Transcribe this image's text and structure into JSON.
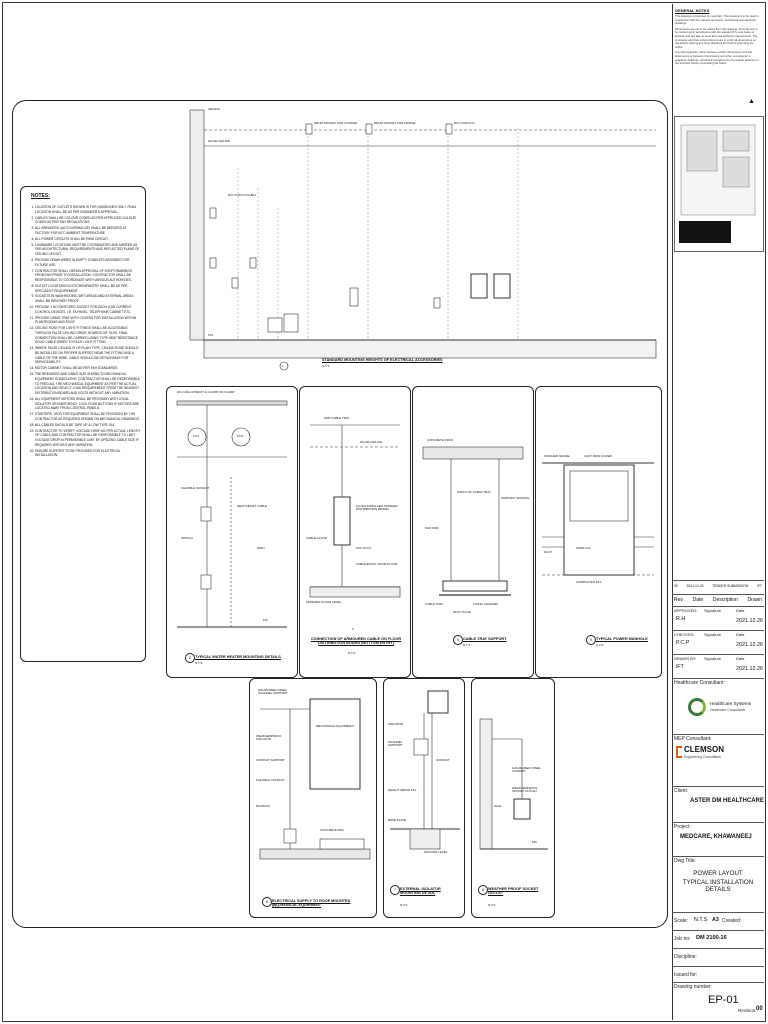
{
  "general_notes": {
    "title": "GENERAL NOTES",
    "paragraphs": [
      "This drawing is protected by copyright. This drawing is to be read in conjunction with the relevant structural, mechanical and electrical drawings.",
      "Dimensions are not to be scaled from this drawing. All works are to be carried out in accordance with the relevant B.S. and codes of practice and are also to meet the local authority requirements. The contractor and their subcontractors are to verify all dimensions on site before starting any shop drawings and before executing the works.",
      "Any discrepancies, either between written dimensions and site dimensions or between this drawing and other consultants' or suppliers' drawings, should be brought to the immediate attention of the architect before proceeding the works."
    ]
  },
  "notes": {
    "title": "NOTES:",
    "items": [
      "LOCATION OF OUTLETS SHOWN IS FOR GUIDELINES ONLY. FINAL LOCATION SHALL BE AS PER ENGINEER'S APPROVAL.",
      "CABLES SHALL BE COLOUR CODED AS PER APPROVED COLOUR CODES AS PER FAH REGULATIONS.",
      "ALL BREAKERS (AUTO NORMALIZE) SHALL BE DERATED AT FACTORY FOR 50°C AMBIENT TEMPERATURE.",
      "ALL POWER CIRCUITS SHALL BE RING CIRCUIT.",
      "LUMINAIRE LOCATIONS MUST BE COORDINATED AND AGREED AS PER ARCHITECTURAL REQUIREMENTS AND REFLECTED PLANS OF CEILING LAYOUT.",
      "PROVIDE DRAW WIRES IN EMPTY CONDUITS ASSIGNED FOR FUTURE USE.",
      "CONTRACTOR SHALL OBTAIN APPROVAL OF SHOP DRAWINGS FROM FAH PRIOR TO INSTALLATION. CONTRACTOR SHALL BE RESPONSIBLE TO COORDINATE WITH VARIOUS AUTHORITIES.",
      "OUTLET LOCATIONS IN KITCHEN/PANTRY SHALL BE AS PER SPECIALIST REQUIREMENT.",
      "SOCKETS IN WASHROOMS, WET AREAS AND EXTERNAL AREAS SHALL BE WEATHER PROOF.",
      "PROVIDE 1 NO SWITCHED SOCKET FOR EACH LOW CURRENT CONTROL DEVICES, I.E. FA PANEL, TELEPHONE CABINET ETC.",
      "PROVIDE CABLE TRAY WITH COVERS FOR INSTALLATION WITHIN PLANTROOMS AND ROOF.",
      "CEILING ROSE FOR LIGHT FITTINGS SHALL BE ACCESSIBLE THROUGH FALSE CEILING GRIDS, BOARDS OR TILES. FINAL CONNECTION SHALL BE CARRIED USING TYPE HEAT RESISTANCE SOLID CABLE WIRED TO EACH LIGHT FITTING.",
      "WHERE FALSE CEILING IS OF PLAIN TYPE, CEILING ROSE SHOULD BE INSTALLED ON PROPER SUPPORT NEAR THE FITTING AND A CABLE OF THE WIRE. CABLE SHOULD BE DETACHABLE FOR SERVICEABILITY.",
      "MOTOR CABINET SHALL BE AS PER FAH STANDARDS.",
      "THE BREAKERS AND CABLE SIZE SHOWN TO MECHANICAL EQUIPMENT IS INDICATIVE. CONTRACTOR SHALL BE RESPONSIBLE TO FEED ALL THE MECHANICAL EQUIPMENT AS PER THE ACTUAL LOCATION AND SELECT LOAD REQUIREMENT FROM THE NEAREST DISTRIBUTION BOARD AND VOLTS WITHOUT ANY VARIATION.",
      "ALL EQUIPMENT MOTORS SHALL BE PROVIDED WITH LOCAL ISOLATOR OR EMERGENCY LOCK PUSH BUTTONS IF MOTORS ARE LOCATED AWAY FROM CONTROL PANELS.",
      "STARTERS, VFDS FOR EQUIPMENT SHALL BE PROVIDED BY THE CONTRACTOR AS REQUIRED SHOWN ON MECHANICAL DRAWINGS.",
      "ALL CABLES SHOULD BE TAPE UP & LOW TYPE GUI.",
      "CONTRACTOR TO VERIFY VOLTAGE DROP AS PER ACTUAL LENGTH OF CABLE AND CONTRACTOR SHALL BE RESPONSIBLE TO LIMIT VOLTAGE DROP IN PERMISSIBLE LIMIT BY UPSIZING CABLE SIZE IF REQUIRED WITHOUT ANY VARIATION.",
      "ENSURE SUPPORT TO BE PROVIDED FOR ELECTRICAL INSTALLATION."
    ]
  },
  "details": {
    "heights": {
      "number": "1",
      "title": "STANDARD MOUNTING HEIGHTS OF ELECTRICAL ACCESSORIES",
      "scale": "N.T.S",
      "labels": [
        "CEILING",
        "FALSE CEILING",
        "FFL",
        "DRUM SOCKET FOR COOKER",
        "DRUM SOCKET FOR FRIDGE",
        "DCU FOR FCU",
        "DCU FOR KITCHEN"
      ]
    },
    "water_heater": {
      "number": "2",
      "title": "TYPICAL WATER HEATER MOUNTING DETAILS",
      "scale": "N.T.S",
      "labels": [
        "DCU 20A CONDUIT & CLAMP ON CLAMP",
        "HEAT RESIST CABLE",
        "FCU",
        "FCU",
        "FLEXIBLE CONDUIT",
        "SWITCH",
        "FFL",
        "MAIN"
      ]
    },
    "armoured_cable": {
      "number": "3",
      "title": "CONNECTION OF ARMOURED CABLE ON FLOOR DISTRIBUTION BOARD (BOTTOM ENTRY)",
      "scale": "N.T.S",
      "labels": [
        "GRP CABLE TRAY",
        "FALSE CEILING",
        "FLUSH INSTALLED FINISHED DISTRIBUTION BOARD",
        "CABLE GLAND",
        "PVC DUCT",
        "CABLE ENTRY FROM FLOOR",
        "FINISHED FLOOR LEVEL"
      ]
    },
    "cable_tray": {
      "number": "4",
      "title": "CABLE TRAY SUPPORT",
      "scale": "N.T.S",
      "labels": [
        "CONCRETE ROOF",
        "M10 ROD",
        "WIDTH OF CABLE TRAY",
        "SUPPORT SPACING",
        "CABLE TRAY",
        "FIXING CHANNEL",
        "SLOT PLATE"
      ]
    },
    "manhole": {
      "number": "5",
      "title": "TYPICAL POWER MANHOLE",
      "scale": "N.T.S",
      "labels": [
        "FINISHED GRADE",
        "CAST IRON COVER",
        "DUCT",
        "SAND FILL",
        "COMPACTED FILL"
      ]
    },
    "roof_equipment": {
      "number": "6",
      "title": "ELECTRICAL SUPPLY TO ROOF MOUNTED MECHANICAL EQUIPMENT",
      "scale": "N.T.S",
      "labels": [
        "GALVANISED STEEL CHANNEL SUPPORT",
        "MECHANICAL EQUIPMENT",
        "WEATHERPROOF ISOLATOR",
        "FLEXIBLE CONDUIT",
        "CONDUIT SUPPORT",
        "ROOFING",
        "CONCRETE PAD"
      ]
    },
    "isolator": {
      "number": "7",
      "title": "EXTERNAL ISOLATOR MOUNTING DETAIL",
      "scale": "N.T.S",
      "labels": [
        "ISOLATOR",
        "CHANNEL SUPPORT",
        "CONDUIT",
        "HEIGHT ABOVE FFL",
        "BASE PLATE",
        "GROUND LEVEL"
      ]
    },
    "socket": {
      "number": "8",
      "title": "WEATHER PROOF SOCKET OUTLET",
      "scale": "N.T.S",
      "labels": [
        "GALVANISED STEEL CONDUIT",
        "WEATHERPROOF SOCKET OUTLET",
        "WALL",
        "FFL"
      ]
    }
  },
  "title_block": {
    "revision_row": {
      "rev": "00",
      "date": "2021.12.26",
      "description": "TENDER SUBMISSION",
      "drawn": "iFT"
    },
    "rev_headers": [
      "Rev",
      "Date",
      "Description",
      "Drawn"
    ],
    "approved_label": "APPROVED:",
    "approved": "R.H",
    "approved_date": "2021.12.26",
    "checked_label": "CHECKED:",
    "checked": "P.C.P",
    "checked_date": "2021.12.26",
    "drawn_label": "DRAWN BY:",
    "drawn": "iFT",
    "drawn_date": "2021.12.26",
    "signature_label": "Signature",
    "date_label": "Date",
    "healthcare_consultant_label": "Healthcare Consultant:",
    "hc_name": "Healthcare Systems",
    "hc_sub": "Healthcare Consultants",
    "mep_label": "MEP Consultant:",
    "mep_name": "CLEMSON",
    "mep_sub": "Engineering Consultants",
    "client_label": "Client:",
    "client": "ASTER DM HEALTHCARE",
    "project_label": "Project:",
    "project": "MEDCARE, KHAWANEEJ",
    "dwg_title_label": "Dwg Title:",
    "dwg_title_1": "POWER LAYOUT",
    "dwg_title_2": "TYPICAL INSTALLATION DETAILS",
    "scale_label": "Scale:",
    "scale": "N.T.S",
    "size": "A3",
    "created_label": "Created:",
    "job_label": "Job no:",
    "job": "DM 2100-16",
    "discipline_label": "Discipline:",
    "issued_label": "Issued for:",
    "drawing_number_label": "Drawing number:",
    "drawing_number": "EP-01",
    "revision_label": "Revision:",
    "revision": "00"
  }
}
